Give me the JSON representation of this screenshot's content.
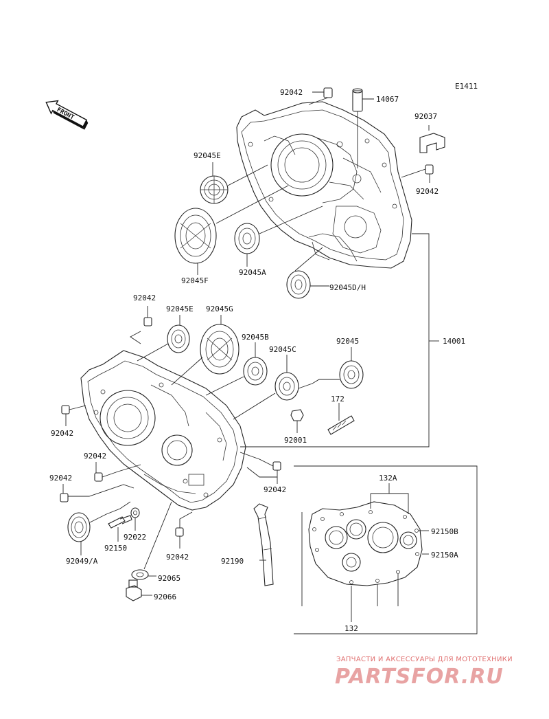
{
  "diagram_code": "E1411",
  "front_label": "FRONT",
  "parts": {
    "p92042_top": "92042",
    "p14067": "14067",
    "p92037": "92037",
    "p92042_right": "92042",
    "p92045E_top": "92045E",
    "p92045F": "92045F",
    "p92045A": "92045A",
    "p92045DH": "92045D/H",
    "p14001": "14001",
    "p92042_mid": "92042",
    "p92045E_mid": "92045E",
    "p92045G": "92045G",
    "p92045B": "92045B",
    "p92045C": "92045C",
    "p92045": "92045",
    "p172": "172",
    "p92001": "92001",
    "p92042_left1": "92042",
    "p92042_left2": "92042",
    "p92042_left3": "92042",
    "p92042_low": "92042",
    "p92042_bot": "92042",
    "p132A": "132A",
    "p92150B": "92150B",
    "p92150A": "92150A",
    "p132": "132",
    "p92049A": "92049/A",
    "p92150": "92150",
    "p92022": "92022",
    "p92190": "92190",
    "p92065": "92065",
    "p92066": "92066"
  },
  "watermark": {
    "tagline": "ЗАПЧАСТИ И АКСЕССУАРЫ ДЛЯ МОТОТЕХНИКИ",
    "brand": "PARTSFOR.RU"
  }
}
